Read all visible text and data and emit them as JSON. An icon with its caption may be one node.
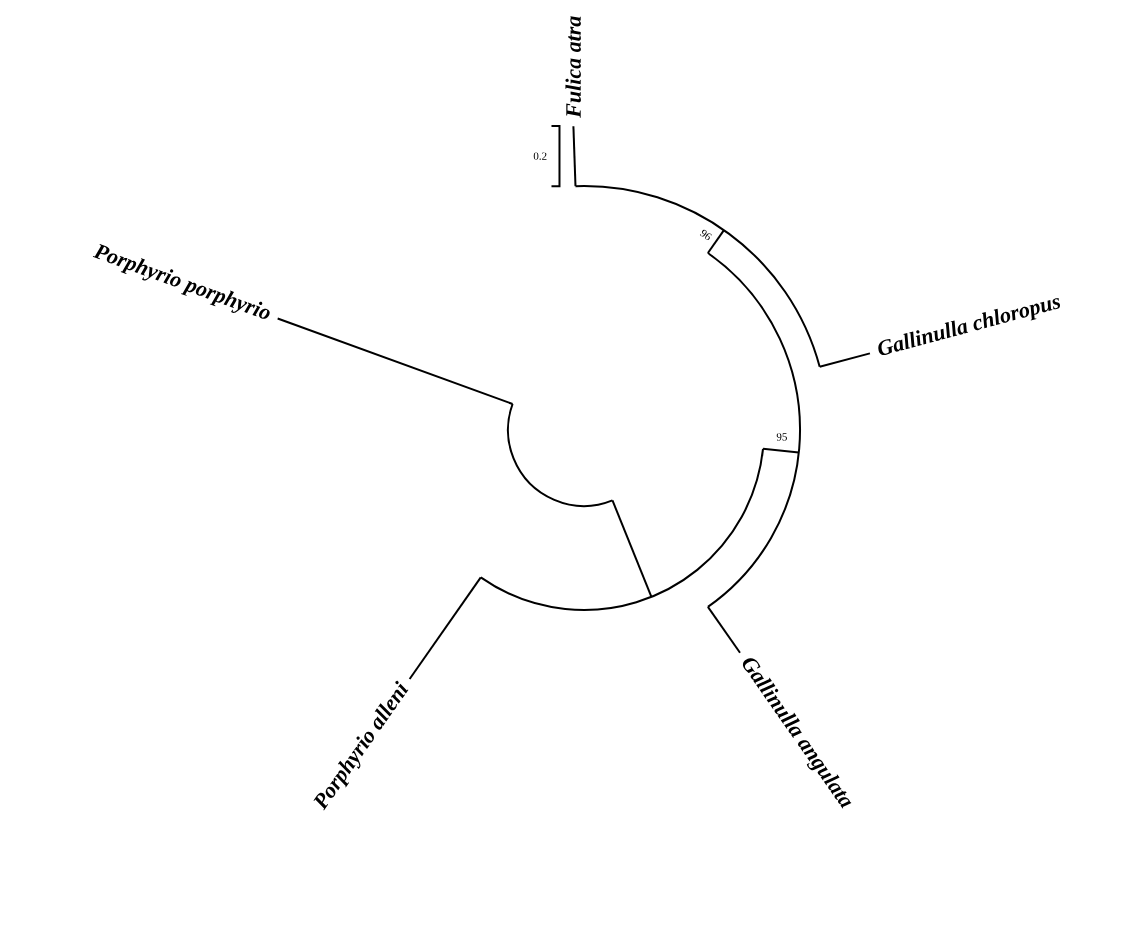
{
  "diagram": {
    "labels": [
      "Fulica atra",
      "0.2",
      "96",
      "Porphyrio porphyrio",
      "Gallinulla chloropus",
      "95",
      "Porphyrio alleni",
      "Gallinulla angulata"
    ]
  }
}
